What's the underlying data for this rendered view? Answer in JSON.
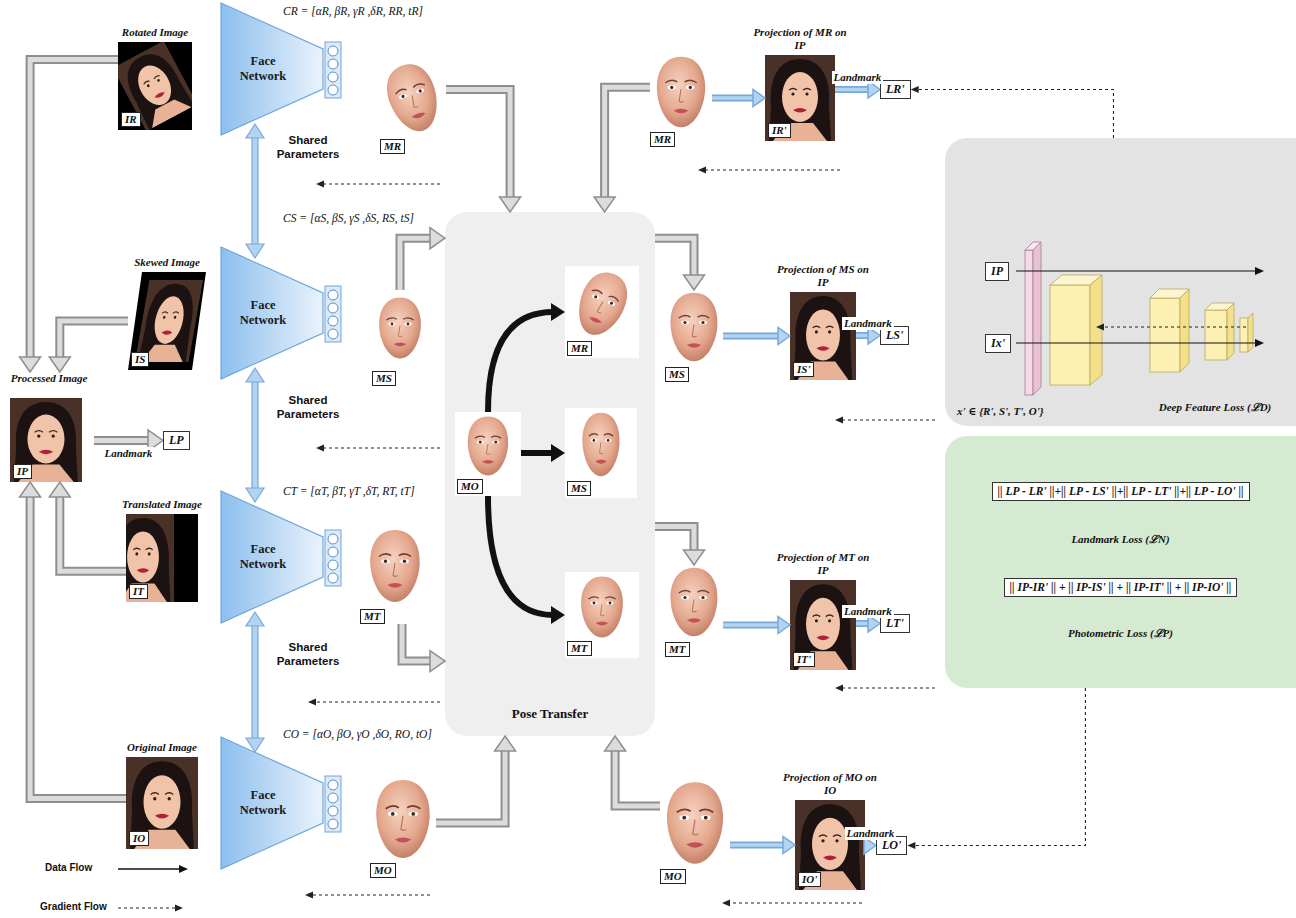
{
  "diagram": {
    "nodes": [
      {
        "text": [
          "Rotated Image",
          "IR"
        ]
      },
      {
        "text": [
          "Skewed Image",
          "IS"
        ]
      },
      {
        "text": [
          "Processed Image",
          "IP"
        ]
      },
      {
        "text": [
          "Translated Image",
          "IT"
        ]
      },
      {
        "text": [
          "Original Image",
          "IO"
        ]
      },
      {
        "text": [
          "LP"
        ]
      },
      {
        "text": [
          "Face Network"
        ]
      },
      {
        "text": [
          "Face Network"
        ]
      },
      {
        "text": [
          "Face Network"
        ]
      },
      {
        "text": [
          "Face Network"
        ]
      },
      {
        "text": [
          "MR"
        ]
      },
      {
        "text": [
          "MS"
        ]
      },
      {
        "text": [
          "MT"
        ]
      },
      {
        "text": [
          "MO"
        ]
      },
      {
        "text": [
          "Pose Transfer"
        ]
      },
      {
        "text": [
          "MO"
        ],
        "in": 14
      },
      {
        "text": [
          "MR"
        ],
        "in": 14
      },
      {
        "text": [
          "MS"
        ],
        "in": 14
      },
      {
        "text": [
          "MT"
        ],
        "in": 14
      },
      {
        "text": [
          "MR"
        ]
      },
      {
        "text": [
          "MS"
        ]
      },
      {
        "text": [
          "MT"
        ]
      },
      {
        "text": [
          "MO"
        ]
      },
      {
        "text": [
          "Projection of MR on IP",
          "IR'"
        ]
      },
      {
        "text": [
          "Projection of MS on IP",
          "IS'"
        ]
      },
      {
        "text": [
          "Projection of MT on IP",
          "IT'"
        ]
      },
      {
        "text": [
          "Projection of MO on IO",
          "IO'"
        ]
      },
      {
        "text": [
          "LR'"
        ]
      },
      {
        "text": [
          "LS'"
        ]
      },
      {
        "text": [
          "LT'"
        ]
      },
      {
        "text": [
          "LO'"
        ]
      },
      {
        "text": [
          "Deep Feature Loss (ℒD)"
        ]
      },
      {
        "text": [
          "IP"
        ],
        "in": 31
      },
      {
        "text": [
          "Ix'"
        ],
        "in": 31
      },
      {
        "text": [
          "Landmark Loss (ℒN)",
          "Photometric Loss (ℒP)"
        ]
      },
      {
        "text": [
          "|| LP - LR' ||+|| LP - LS' ||+|| LP - LT' ||+|| LP - LO' ||"
        ],
        "in": 34
      },
      {
        "text": [
          "|| IP-IR' || + || IP-IS' || + || IP-IT' || + || IP-IO' ||"
        ],
        "in": 34
      }
    ],
    "edges": [
      {
        "from": 0,
        "to": 2,
        "arrow": "to"
      },
      {
        "from": 1,
        "to": 2,
        "arrow": "to"
      },
      {
        "from": 3,
        "to": 2,
        "arrow": "to"
      },
      {
        "from": 4,
        "to": 2,
        "arrow": "to"
      },
      {
        "from": 2,
        "to": 5,
        "label": "Landmark",
        "arrow": "to"
      },
      {
        "from": 10,
        "to": 14,
        "arrow": "to"
      },
      {
        "from": 11,
        "to": 14,
        "arrow": "to"
      },
      {
        "from": 12,
        "to": 14,
        "arrow": "to"
      },
      {
        "from": 13,
        "to": 14,
        "arrow": "to"
      },
      {
        "from": 15,
        "to": 16,
        "arrow": "to"
      },
      {
        "from": 15,
        "to": 17,
        "arrow": "to"
      },
      {
        "from": 15,
        "to": 18,
        "arrow": "to"
      },
      {
        "from": 19,
        "to": 14,
        "arrow": "to"
      },
      {
        "from": 14,
        "to": 20,
        "arrow": "to"
      },
      {
        "from": 14,
        "to": 21,
        "arrow": "to"
      },
      {
        "from": 22,
        "to": 14,
        "arrow": "to"
      },
      {
        "from": 19,
        "to": 23,
        "arrow": "to"
      },
      {
        "from": 20,
        "to": 24,
        "arrow": "to"
      },
      {
        "from": 21,
        "to": 25,
        "arrow": "to"
      },
      {
        "from": 22,
        "to": 26,
        "arrow": "to"
      },
      {
        "from": 23,
        "to": 27,
        "label": "Landmark",
        "arrow": "to"
      },
      {
        "from": 24,
        "to": 28,
        "label": "Landmark",
        "arrow": "to"
      },
      {
        "from": 25,
        "to": 29,
        "label": "Landmark",
        "arrow": "to"
      },
      {
        "from": 26,
        "to": 30,
        "label": "Landmark",
        "arrow": "to"
      },
      {
        "from": 31,
        "to": 27,
        "arrow": "to"
      },
      {
        "from": 34,
        "to": 30,
        "arrow": "to"
      }
    ],
    "labels": [
      "CR = [αR, βR, γR ,δR, RR, tR]",
      "Shared Parameters",
      "CS = [αS, βS, γS ,δS, RS, tS]",
      "Shared Parameters",
      "CT = [αT, βT, γT ,δT, RT, tT]",
      "Shared Parameters",
      "CO = [αO, βO, γO ,δO, RO, tO]",
      "x' ∈ {R', S', T', O'}"
    ],
    "legend": [
      {
        "text": "Data Flow"
      },
      {
        "text": "Gradient Flow"
      }
    ]
  }
}
